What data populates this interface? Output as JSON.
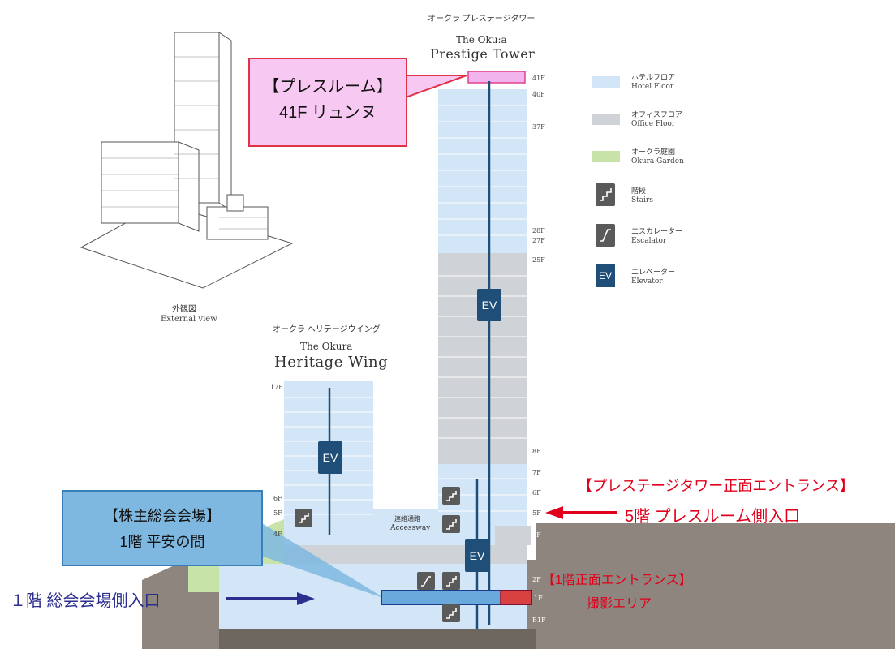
{
  "prestige": {
    "title_jp": "オークラ プレステージタワー",
    "title_en1": "The Oku:a",
    "title_en2": "Prestige Tower",
    "floors": [
      "41F",
      "40F",
      "37F",
      "28F",
      "27F",
      "25F",
      "8F",
      "7F",
      "6F",
      "5F",
      "4F",
      "2F",
      "1F",
      "B1F"
    ]
  },
  "heritage": {
    "title_jp": "オークラ ヘリテージウイング",
    "title_en1": "The Okura",
    "title_en2": "Heritage Wing",
    "floors": [
      "17F",
      "6F",
      "5F",
      "4F"
    ]
  },
  "external": {
    "jp": "外観図",
    "en": "External view"
  },
  "accessway": {
    "jp": "連絡通路",
    "en": "Accessway"
  },
  "ev_label": "EV",
  "legend": {
    "items": [
      {
        "jp": "ホテルフロア",
        "en": "Hotel Floor",
        "color": "#d3e6f7"
      },
      {
        "jp": "オフィスフロア",
        "en": "Office Floor",
        "color": "#cfd2d6"
      },
      {
        "jp": "オークラ庭園",
        "en": "Okura Garden",
        "color": "#c8e3a8"
      },
      {
        "jp": "階段",
        "en": "Stairs",
        "icon": "stairs-icon"
      },
      {
        "jp": "エスカレーター",
        "en": "Escalator",
        "icon": "escalator-icon"
      },
      {
        "jp": "エレベーター",
        "en": "Elevator",
        "icon": "elevator-icon"
      }
    ]
  },
  "callouts": {
    "press_room_line1": "【プレスルーム】",
    "press_room_line2": "41F リュンヌ",
    "agm_line1": "【株主総会会場】",
    "agm_line2": "1階 平安の間",
    "prestige_entrance_line1": "【プレステージタワー正面エントランス】",
    "prestige_entrance_line2": "5階 プレスルーム側入口",
    "front_entrance_line1": "【1階正面エントランス】",
    "front_entrance_line2": "撮影エリア",
    "agm_entrance": "１階 総会会場側入口"
  },
  "colors": {
    "hotel": "#d3e6f7",
    "office": "#cfd2d6",
    "garden": "#c8e3a8",
    "ground": "#8d857e",
    "elevator": "#1f4e79",
    "callout_red": "#e0001b",
    "callout_blue": "#2b2d8f",
    "press_fill": "#f7c9f2",
    "agm_fill": "#7eb8e0"
  }
}
